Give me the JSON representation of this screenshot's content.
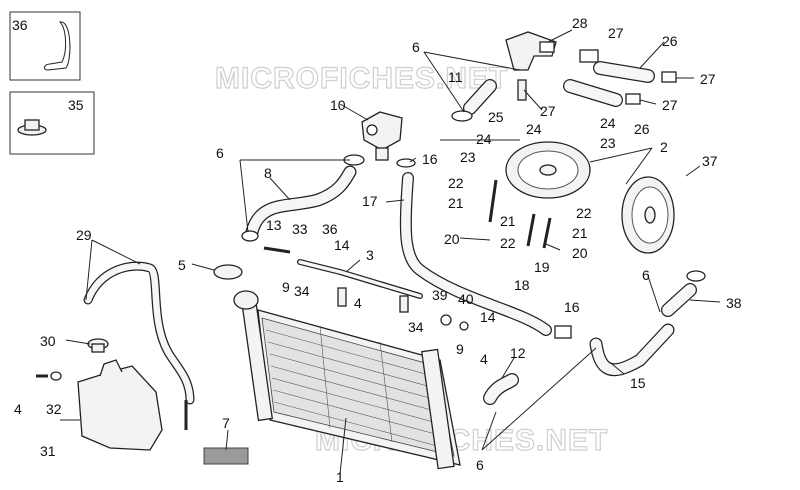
{
  "watermarks": [
    "MICROFICHES.NET",
    "MICROFICHES.NET"
  ],
  "labels": {
    "n1": "1",
    "n2": "2",
    "n3": "3",
    "n4a": "4",
    "n4b": "4",
    "n4c": "4",
    "n5": "5",
    "n6a": "6",
    "n6b": "6",
    "n6c": "6",
    "n6d": "6",
    "n7": "7",
    "n8": "8",
    "n9a": "9",
    "n9b": "9",
    "n10": "10",
    "n11": "11",
    "n12": "12",
    "n13": "13",
    "n14a": "14",
    "n14b": "14",
    "n15": "15",
    "n16a": "16",
    "n16b": "16",
    "n17": "17",
    "n18": "18",
    "n19": "19",
    "n20a": "20",
    "n20b": "20",
    "n21a": "21",
    "n21b": "21",
    "n21c": "21",
    "n22a": "22",
    "n22b": "22",
    "n22c": "22",
    "n23a": "23",
    "n23b": "23",
    "n24a": "24",
    "n24b": "24",
    "n24c": "24",
    "n25": "25",
    "n26a": "26",
    "n26b": "26",
    "n27a": "27",
    "n27b": "27",
    "n27c": "27",
    "n27d": "27",
    "n28": "28",
    "n29": "29",
    "n30": "30",
    "n31": "31",
    "n32": "32",
    "n33": "33",
    "n34a": "34",
    "n34b": "34",
    "n35": "35",
    "n36a": "36",
    "n36b": "36",
    "n37": "37",
    "n38": "38",
    "n39": "39",
    "n40": "40"
  }
}
